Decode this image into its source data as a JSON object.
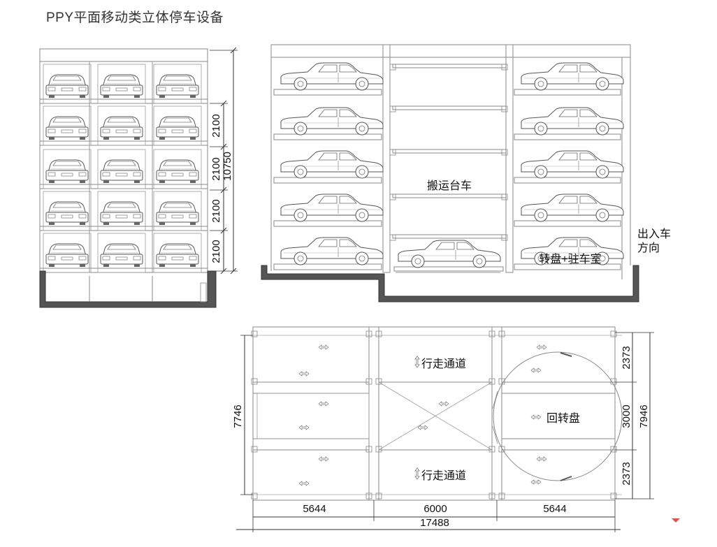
{
  "title": "PPY平面移动类立体停车设备",
  "front_elevation": {
    "level_heights": [
      "2100",
      "2100",
      "2100",
      "2100"
    ],
    "total_height": "10750"
  },
  "side_elevation": {
    "carrier_label": "搬运台车",
    "turntable_room_label": "转盘+驻车室",
    "exit_direction_label_line1": "出入车",
    "exit_direction_label_line2": "方向"
  },
  "plan": {
    "aisle_label_top": "行走通道",
    "aisle_label_bottom": "行走通道",
    "turntable_label": "回转盘",
    "width_left": "5644",
    "width_middle": "6000",
    "width_right": "5644",
    "width_total": "17488",
    "depth_left": "7746",
    "depth_top": "2373",
    "depth_middle": "3000",
    "depth_bottom": "2373",
    "depth_total": "7946"
  }
}
